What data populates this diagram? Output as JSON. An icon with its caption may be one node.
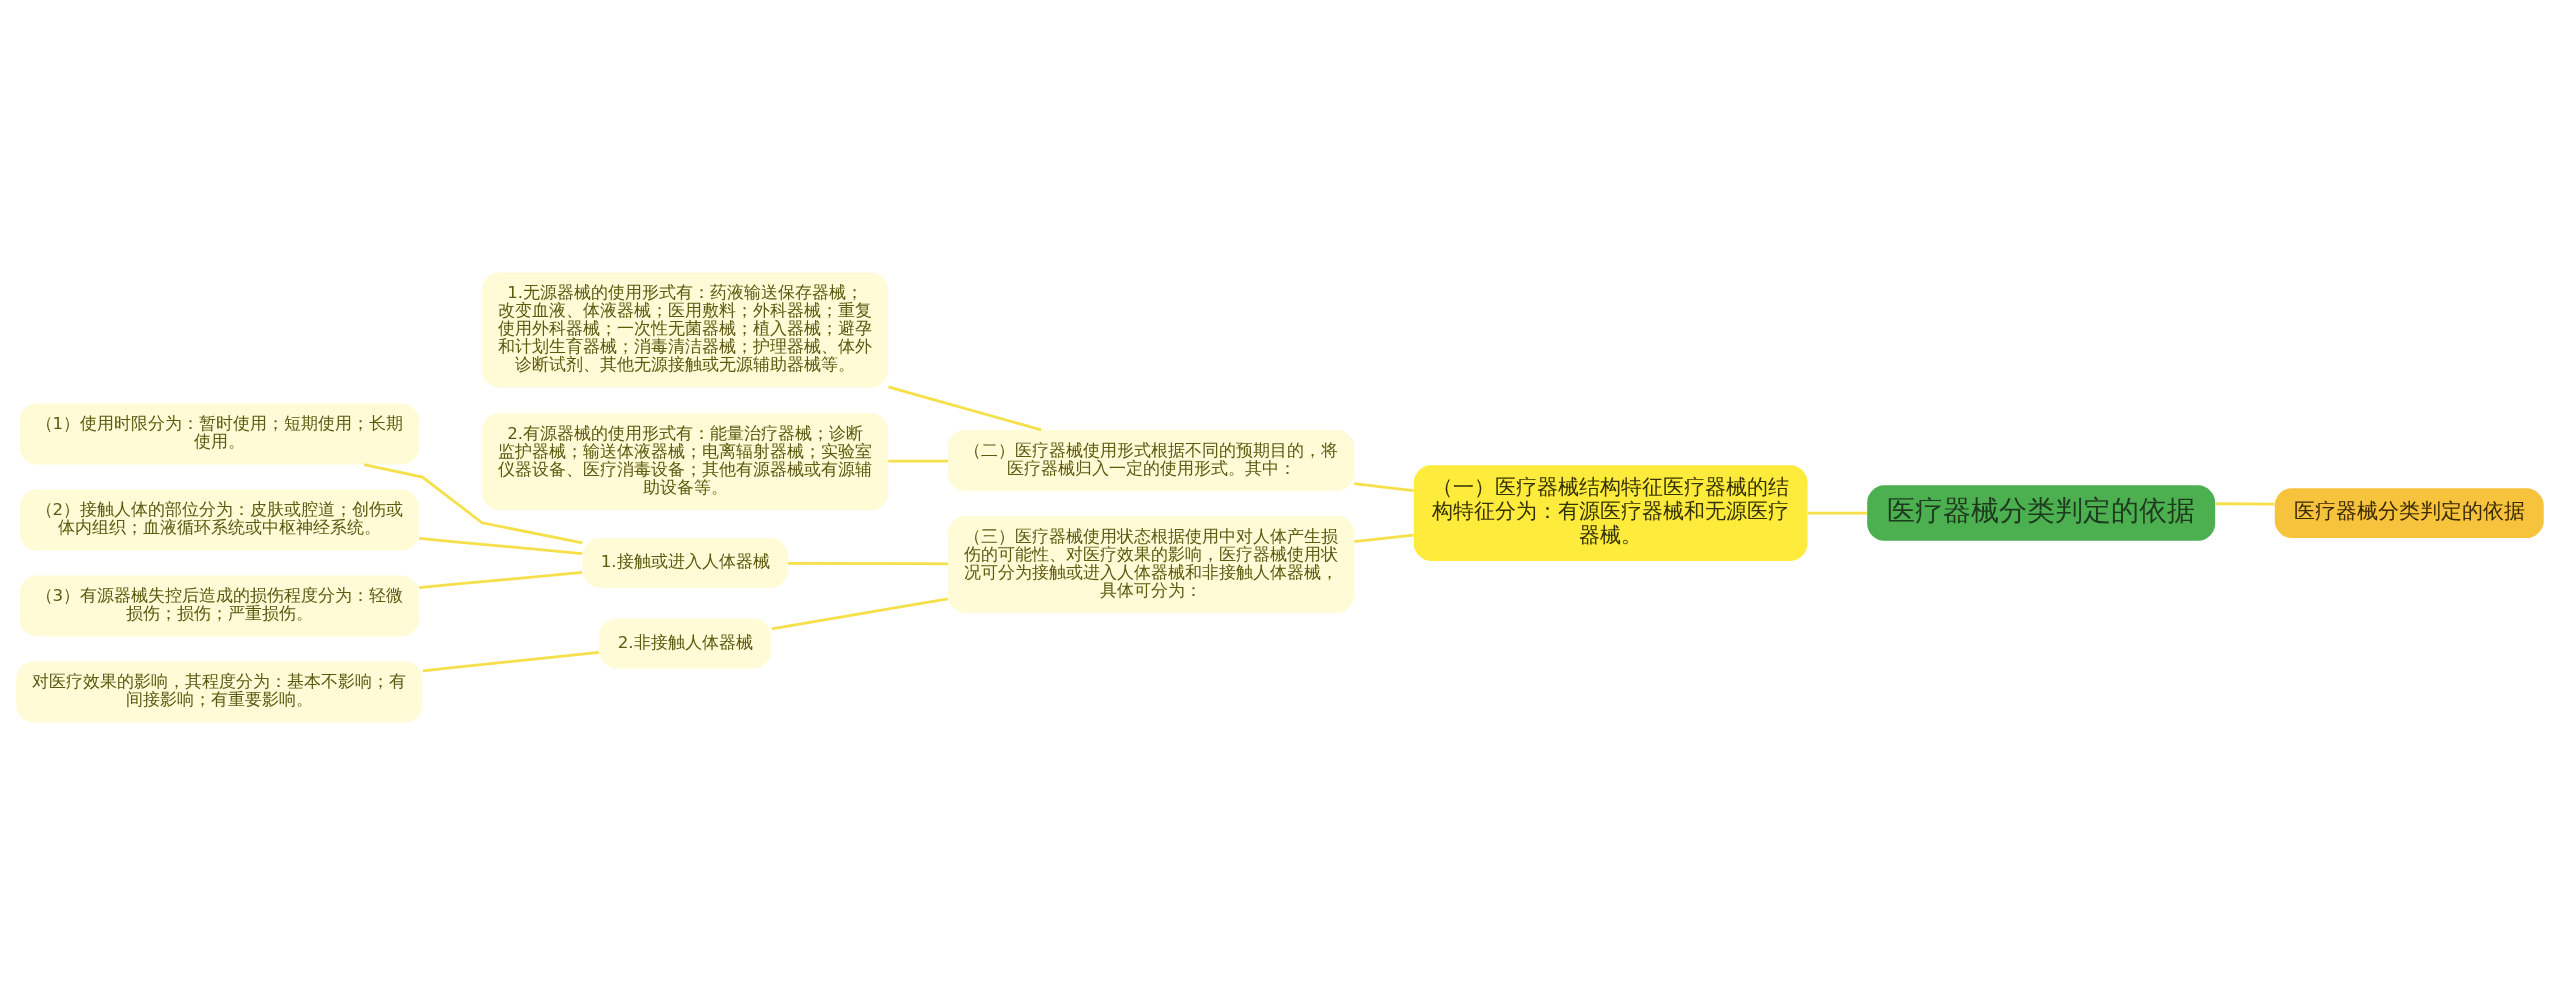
{
  "diagram": {
    "nodes": [
      {
        "text": [
          "医疗器械分类判定的依据"
        ]
      },
      {
        "text": [
          "医疗器械分类判定的依据"
        ]
      },
      {
        "text": [
          "（一）医疗器械结构特征医疗器械的结构特征分为：有源医疗器械和无源医疗器械。"
        ]
      },
      {
        "text": [
          "（二）医疗器械使用形式根据不同的预期目的，将医疗器械归入一定的使用形式。其中："
        ]
      },
      {
        "text": [
          "1.无源器械的使用形式有：药液输送保存器械；改变血液、体液器械；医用敷料；外科器械；重复使用外科器械；一次性无菌器械；植入器械；避孕和计划生育器械；消毒清洁器械；护理器械、体外诊断试剂、其他无源接触或无源辅助器械等。"
        ]
      },
      {
        "text": [
          "2.有源器械的使用形式有：能量治疗器械；诊断监护器械；输送体液器械；电离辐射器械；实验室仪器设备、医疗消毒设备；其他有源器械或有源辅助设备等。"
        ]
      },
      {
        "text": [
          "（三）医疗器械使用状态根据使用中对人体产生损伤的可能性、对医疗效果的影响，医疗器械使用状况可分为接触或进入人体器械和非接触人体器械，具体可分为："
        ]
      },
      {
        "text": [
          "1.接触或进入人体器械"
        ]
      },
      {
        "text": [
          "（1）使用时限分为：暂时使用；短期使用；长期使用。"
        ]
      },
      {
        "text": [
          "（2）接触人体的部位分为：皮肤或腔道；创伤或体内组织；血液循环系统或中枢神经系统。"
        ]
      },
      {
        "text": [
          "（3）有源器械失控后造成的损伤程度分为：轻微损伤；损伤；严重损伤。"
        ]
      },
      {
        "text": [
          "2.非接触人体器械"
        ]
      },
      {
        "text": [
          "对医疗效果的影响，其程度分为：基本不影响；有间接影响；有重要影响。"
        ]
      }
    ],
    "edges": [
      {
        "from": 0,
        "to": 1,
        "arrow": "none"
      },
      {
        "from": 0,
        "to": 2,
        "arrow": "none"
      },
      {
        "from": 2,
        "to": 3,
        "arrow": "none"
      },
      {
        "from": 3,
        "to": 4,
        "arrow": "none"
      },
      {
        "from": 3,
        "to": 5,
        "arrow": "none"
      },
      {
        "from": 2,
        "to": 6,
        "arrow": "none"
      },
      {
        "from": 6,
        "to": 7,
        "arrow": "none"
      },
      {
        "from": 7,
        "to": 8,
        "arrow": "none"
      },
      {
        "from": 7,
        "to": 9,
        "arrow": "none"
      },
      {
        "from": 7,
        "to": 10,
        "arrow": "none"
      },
      {
        "from": 6,
        "to": 11,
        "arrow": "none"
      },
      {
        "from": 11,
        "to": 12,
        "arrow": "none"
      }
    ]
  }
}
